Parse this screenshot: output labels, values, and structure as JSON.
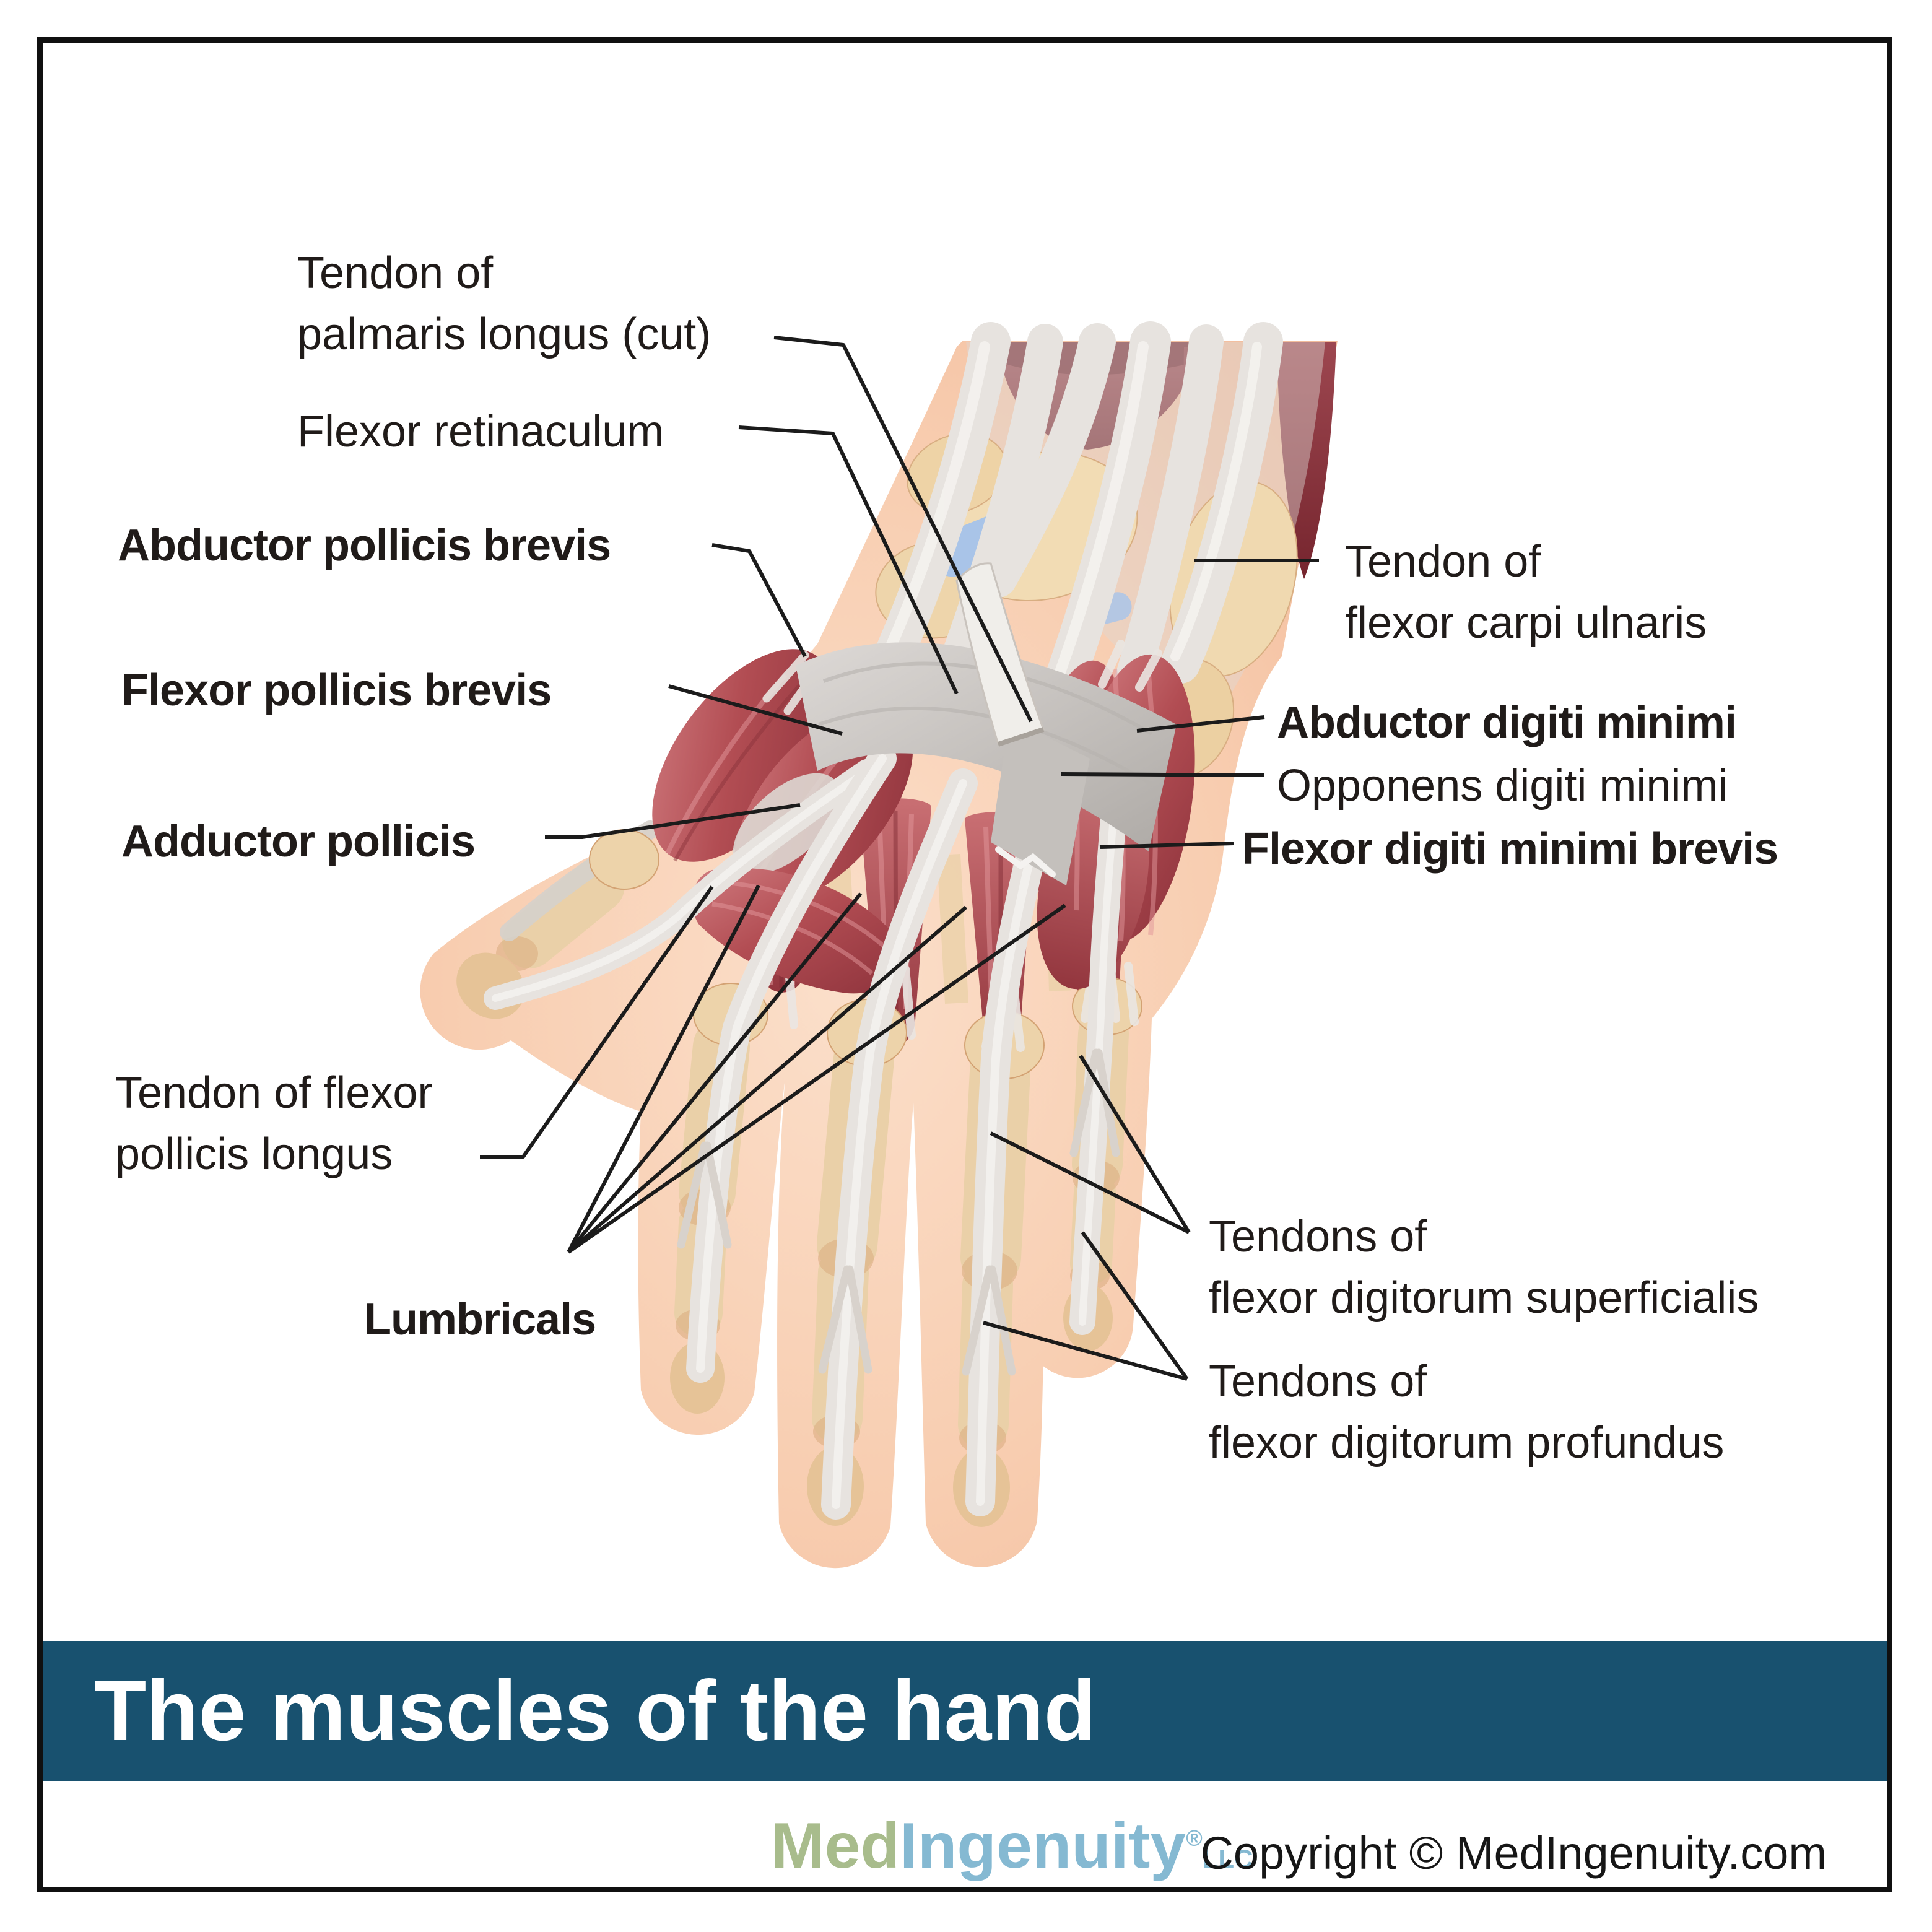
{
  "banner": {
    "title": "The muscles of the hand"
  },
  "footer": {
    "logo_med": "Med",
    "logo_ingenuity": "Ingenuity",
    "logo_registered": "®",
    "logo_llc": "LLC",
    "copyright": "Copyright © MedIngenuity.com"
  },
  "labels": {
    "tendon_palmaris_line1": "Tendon of",
    "tendon_palmaris_line2": "palmaris longus (cut)",
    "flexor_retinaculum": "Flexor retinaculum",
    "abductor_pollicis_brevis": "Abductor pollicis brevis",
    "flexor_pollicis_brevis": "Flexor pollicis brevis",
    "adductor_pollicis": "Adductor pollicis",
    "tendon_fcu_line1": "Tendon of",
    "tendon_fcu_line2": "flexor carpi ulnaris",
    "abductor_digiti_minimi": "Abductor digiti minimi",
    "opponens_digiti_minimi": "Opponens digiti minimi",
    "flexor_digiti_minimi_brevis": "Flexor digiti minimi brevis",
    "tendon_fpl_line1": "Tendon of flexor",
    "tendon_fpl_line2": "pollicis longus",
    "lumbricals": "Lumbricals",
    "tendons_fds_line1": "Tendons of",
    "tendons_fds_line2": "flexor digitorum superficialis",
    "tendons_fdp_line1": "Tendons of",
    "tendons_fdp_line2": "flexor digitorum profundus"
  },
  "colors": {
    "banner-bg": "#18516f",
    "logo-med": "#a8bc8c",
    "logo-blue": "#85b9d2",
    "label-text": "#201b19",
    "skin": "#f8cdb0",
    "muscle": "#b24d53",
    "muscle-dark": "#8e333c",
    "tendon": "#e7e3df",
    "bone": "#ecd2a9",
    "retinaculum": "#c6c2be",
    "ligament-blue": "#a9c4e8",
    "leader-line": "#1b1b1b",
    "frame-border": "#101010"
  }
}
